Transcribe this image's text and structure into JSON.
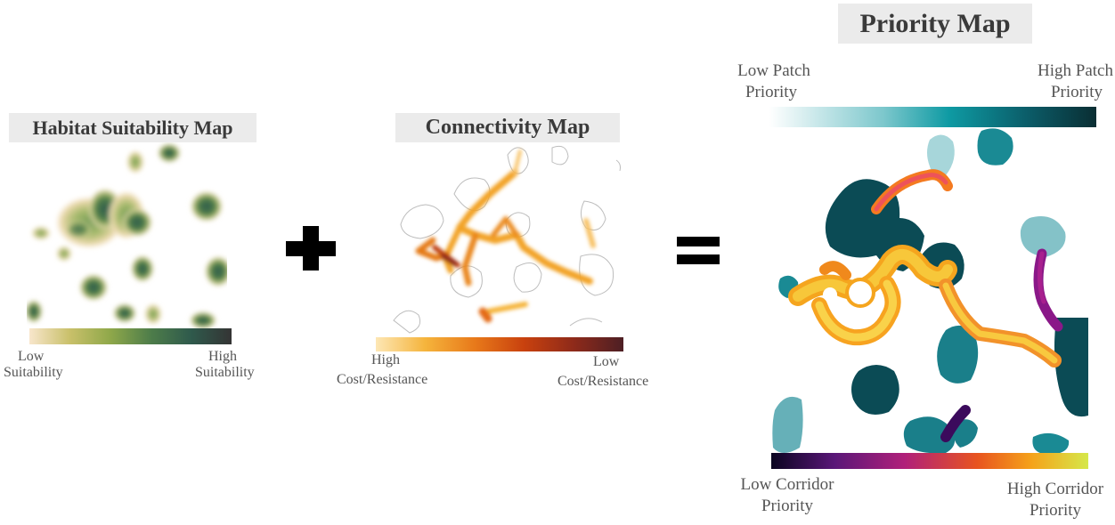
{
  "panels": {
    "habitat": {
      "title": "Habitat Suitability Map",
      "legend_low_line1": "Low",
      "legend_low_line2": "Suitability",
      "legend_high_line1": "High",
      "legend_high_line2": "Suitability",
      "gradient": [
        "#f8e6cc",
        "#c9c06a",
        "#8fa84a",
        "#4e7d4a",
        "#2f5a4c",
        "#343434"
      ]
    },
    "connectivity": {
      "title": "Connectivity Map",
      "legend_left_line1": "High",
      "legend_left_line2": "Cost/Resistance",
      "legend_right_line1": "Low",
      "legend_right_line2": "Cost/Resistance",
      "gradient": [
        "#fde7b5",
        "#f5b43c",
        "#e8791a",
        "#c8410e",
        "#8e2a1a",
        "#4d1f24"
      ]
    },
    "priority": {
      "title": "Priority Map",
      "patch_low_line1": "Low Patch",
      "patch_low_line2": "Priority",
      "patch_high_line1": "High Patch",
      "patch_high_line2": "Priority",
      "corridor_low_line1": "Low Corridor",
      "corridor_low_line2": "Priority",
      "corridor_high_line1": "High Corridor",
      "corridor_high_line2": "Priority",
      "patch_gradient": [
        "#ffffff",
        "#7cc7cc",
        "#0e9aa3",
        "#0b5a66",
        "#0a2e33"
      ],
      "corridor_gradient": [
        "#0a0420",
        "#5a1778",
        "#b0207a",
        "#e8541f",
        "#f5a21a",
        "#d6e84a"
      ]
    }
  },
  "operators": {
    "plus": "plus-sign",
    "equals": "equals-sign"
  }
}
